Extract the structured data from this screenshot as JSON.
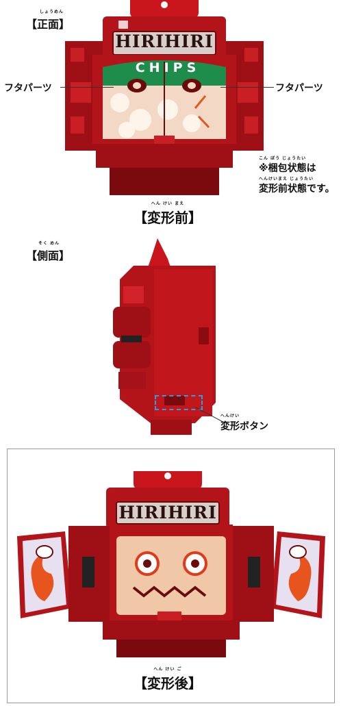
{
  "front": {
    "view_label": "【正面】",
    "view_ruby": "しょうめん",
    "brand": "HIRIHIRI",
    "chips_text": "CHIPS",
    "left_callout": "フタパーツ",
    "right_callout": "フタパーツ",
    "note_ruby_1": "こん ぽう じょうたい",
    "note_line_1": "※梱包状態は",
    "note_ruby_2": "へんけいまえ じょうたい",
    "note_line_2": "変形前状態です。",
    "caption_ruby": "へん けい まえ",
    "caption": "【変形前】"
  },
  "side": {
    "view_label": "【側面】",
    "view_ruby": "そく めん",
    "button_ruby": "へんけい",
    "button_callout": "変形ボタン"
  },
  "after": {
    "brand": "HIRIHIRI",
    "caption_ruby": "へん けい ご",
    "caption": "【変形後】"
  },
  "colors": {
    "body_red": "#b3141a",
    "dark_red": "#7a0a0e",
    "chips_green": "#1e8c4a",
    "highlight_blue": "#2aa0e0"
  }
}
